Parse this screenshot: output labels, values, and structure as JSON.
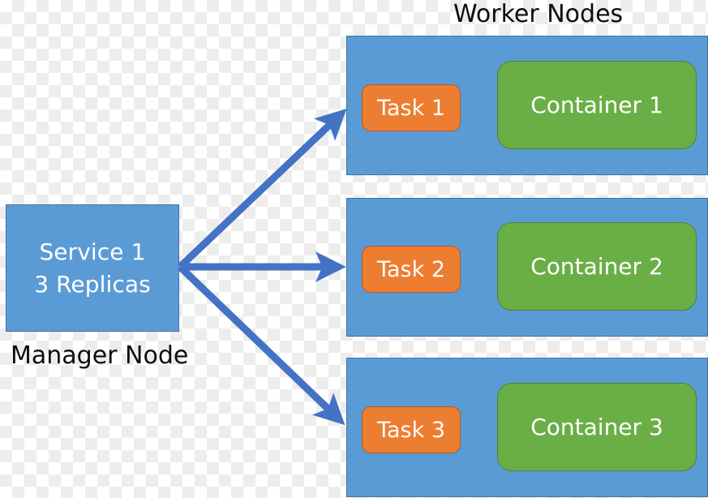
{
  "diagram": {
    "title_worker": "Worker Nodes",
    "label_manager": "Manager Node",
    "colors": {
      "node_blue": "#5B9BD5",
      "node_blue_border": "#41719C",
      "task_orange": "#ED7D31",
      "task_orange_border": "#AE5A21",
      "container_green": "#6AAF46",
      "container_green_border": "#4E8234",
      "arrow_blue": "#4472C4",
      "label_black": "#0D0D0D",
      "text_white": "#FFFFFF"
    }
  },
  "manager": {
    "service_name": "Service 1",
    "replicas_label": "3 Replicas",
    "node_label": "Manager Node"
  },
  "workers": [
    {
      "task_label": "Task 1",
      "container_label": "Container 1"
    },
    {
      "task_label": "Task 2",
      "container_label": "Container 2"
    },
    {
      "task_label": "Task 3",
      "container_label": "Container 3"
    }
  ],
  "arrows": [
    {
      "name": "arrow-to-worker-1",
      "from": "Service 1",
      "to": "Task 1"
    },
    {
      "name": "arrow-to-worker-2",
      "from": "Service 1",
      "to": "Task 2"
    },
    {
      "name": "arrow-to-worker-3",
      "from": "Service 1",
      "to": "Task 3"
    }
  ]
}
